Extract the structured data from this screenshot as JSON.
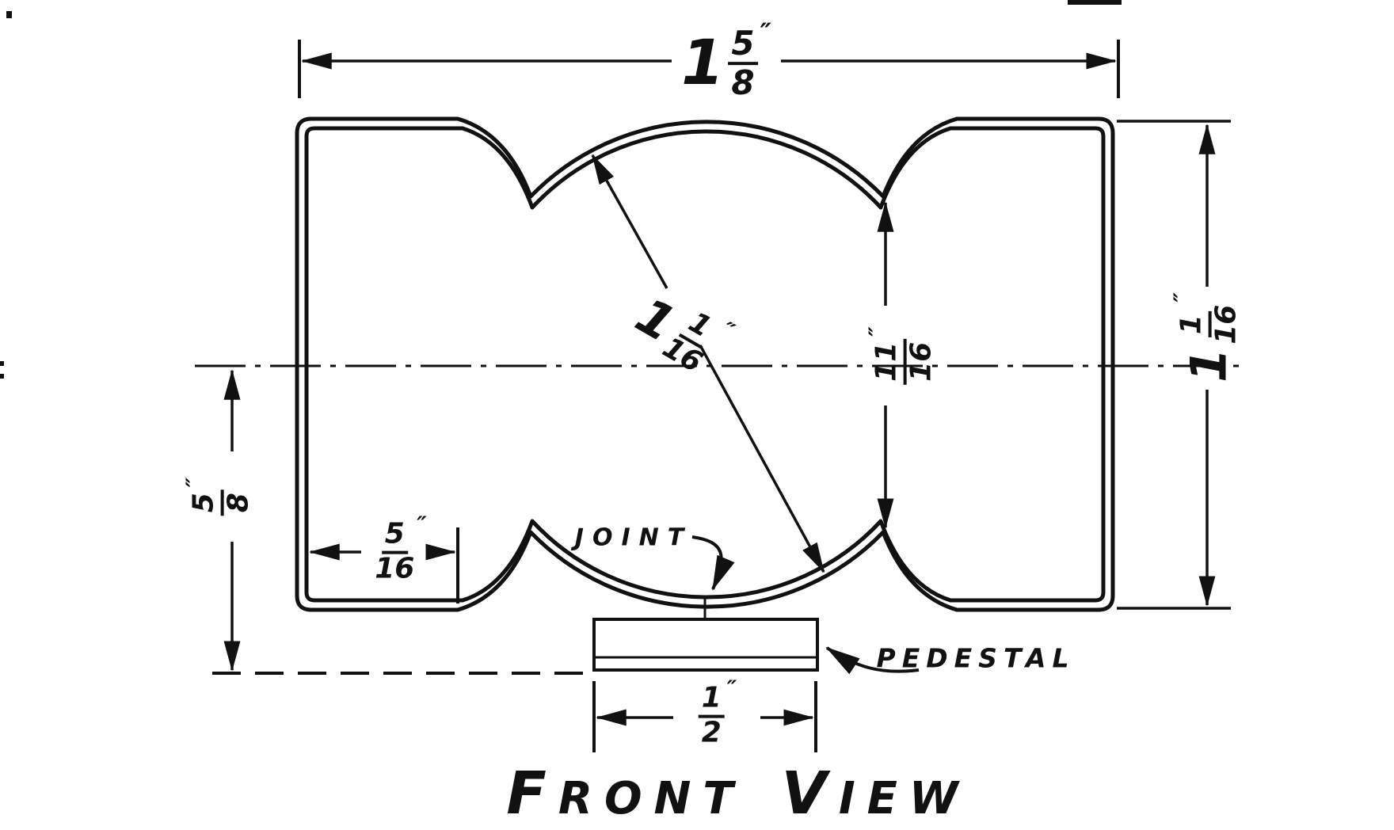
{
  "drawing": {
    "view_title": {
      "word1": "FRONT",
      "word2": "VIEW"
    },
    "annotations": {
      "joint": "JOINT",
      "pedestal": "PEDESTAL"
    },
    "dimensions": {
      "overall_width": {
        "whole": "1",
        "num": "5",
        "den": "8",
        "unit": "″"
      },
      "overall_height": {
        "whole": "1",
        "num": "1",
        "den": "16",
        "unit": "″"
      },
      "bore_diameter": {
        "whole": "1",
        "num": "1",
        "den": "16",
        "unit": "″"
      },
      "pole_gap": {
        "whole": "",
        "num": "11",
        "den": "16",
        "unit": "″"
      },
      "center_to_base": {
        "whole": "",
        "num": "5",
        "den": "8",
        "unit": "″"
      },
      "side_width": {
        "whole": "",
        "num": "5",
        "den": "16",
        "unit": "″"
      },
      "pedestal_width": {
        "whole": "",
        "num": "1",
        "den": "2",
        "unit": "″"
      }
    },
    "ink_color": "#111111",
    "paper_color": "#ffffff"
  }
}
